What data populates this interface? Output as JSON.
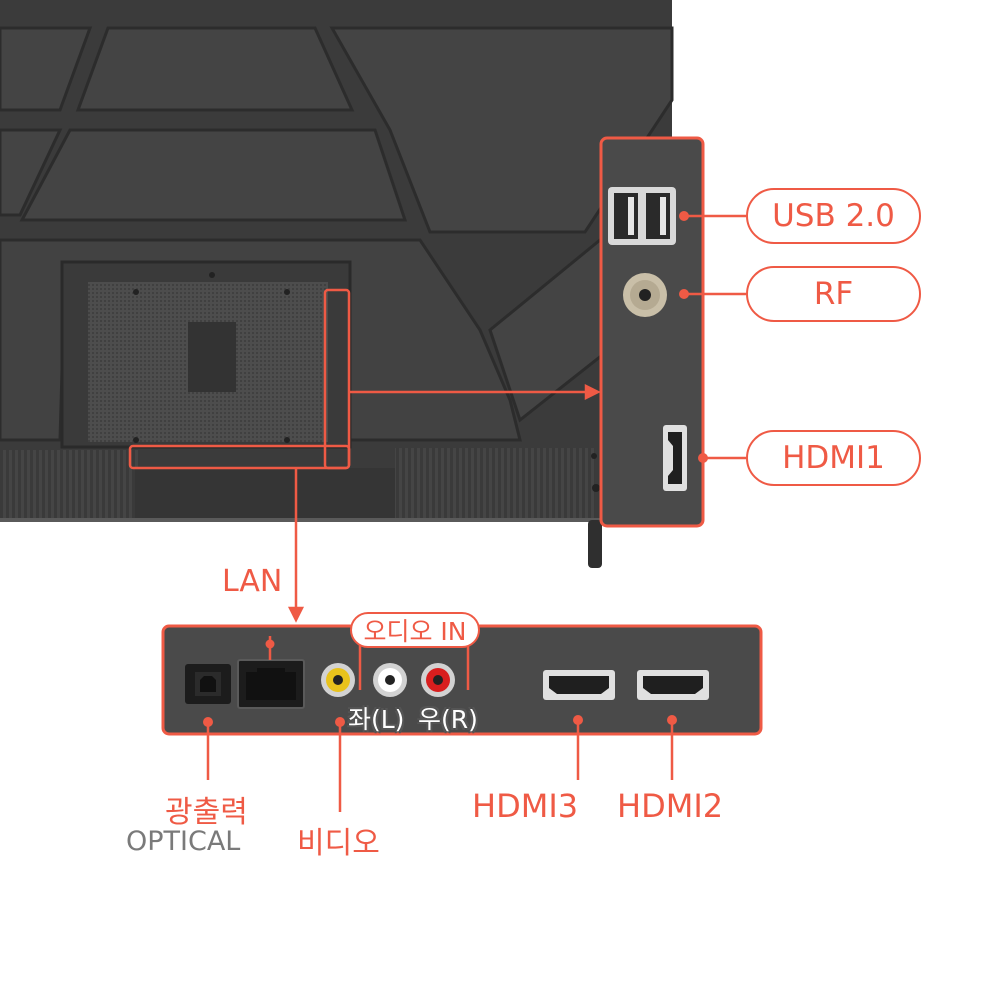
{
  "colors": {
    "accent": "#ef5a45",
    "panel": "#4a4a4a",
    "tv_body": "#3f3f3f"
  },
  "side_labels": {
    "usb": "USB 2.0",
    "rf": "RF",
    "hdmi1": "HDMI1"
  },
  "bottom_labels": {
    "lan": "LAN",
    "audio_in": "오디오 IN",
    "left": "좌(L)",
    "right": "우(R)",
    "optical_kr": "광출력",
    "optical_en": "OPTICAL",
    "video": "비디오",
    "hdmi3": "HDMI3",
    "hdmi2": "HDMI2"
  }
}
